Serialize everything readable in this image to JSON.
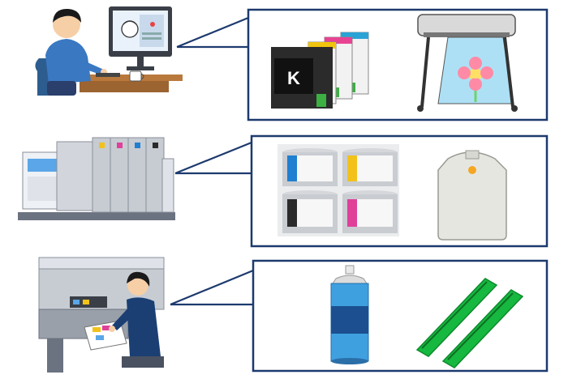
{
  "rows": [
    {
      "scene": "designer-at-computer",
      "items": [
        {
          "name": "ink-cartridges",
          "label": "K",
          "colors": [
            "#2b2b2b",
            "#f1c40f",
            "#e84393",
            "#29a3d6"
          ]
        },
        {
          "name": "large-format-printer",
          "print_colors": [
            "#aee0f5",
            "#ff8aa6",
            "#ffe066",
            "#6dd36d"
          ]
        }
      ]
    },
    {
      "scene": "offset-printing-press",
      "items": [
        {
          "name": "ink-cans",
          "colors": [
            "#1f7fd1",
            "#f2c21b",
            "#2b2b2b",
            "#e0409a"
          ]
        },
        {
          "name": "solvent-canister",
          "cap_color": "#f5a623"
        }
      ]
    },
    {
      "scene": "operator-at-press",
      "items": [
        {
          "name": "spray-can",
          "colors": [
            "#3fa0e0",
            "#1b4f8f"
          ]
        },
        {
          "name": "green-strips",
          "color": "#16b83f"
        }
      ]
    }
  ],
  "colors": {
    "frame": "#1d3a6e",
    "skin": "#f6cfa6",
    "hair": "#1a1a1a",
    "shirt": "#3a78c2"
  }
}
